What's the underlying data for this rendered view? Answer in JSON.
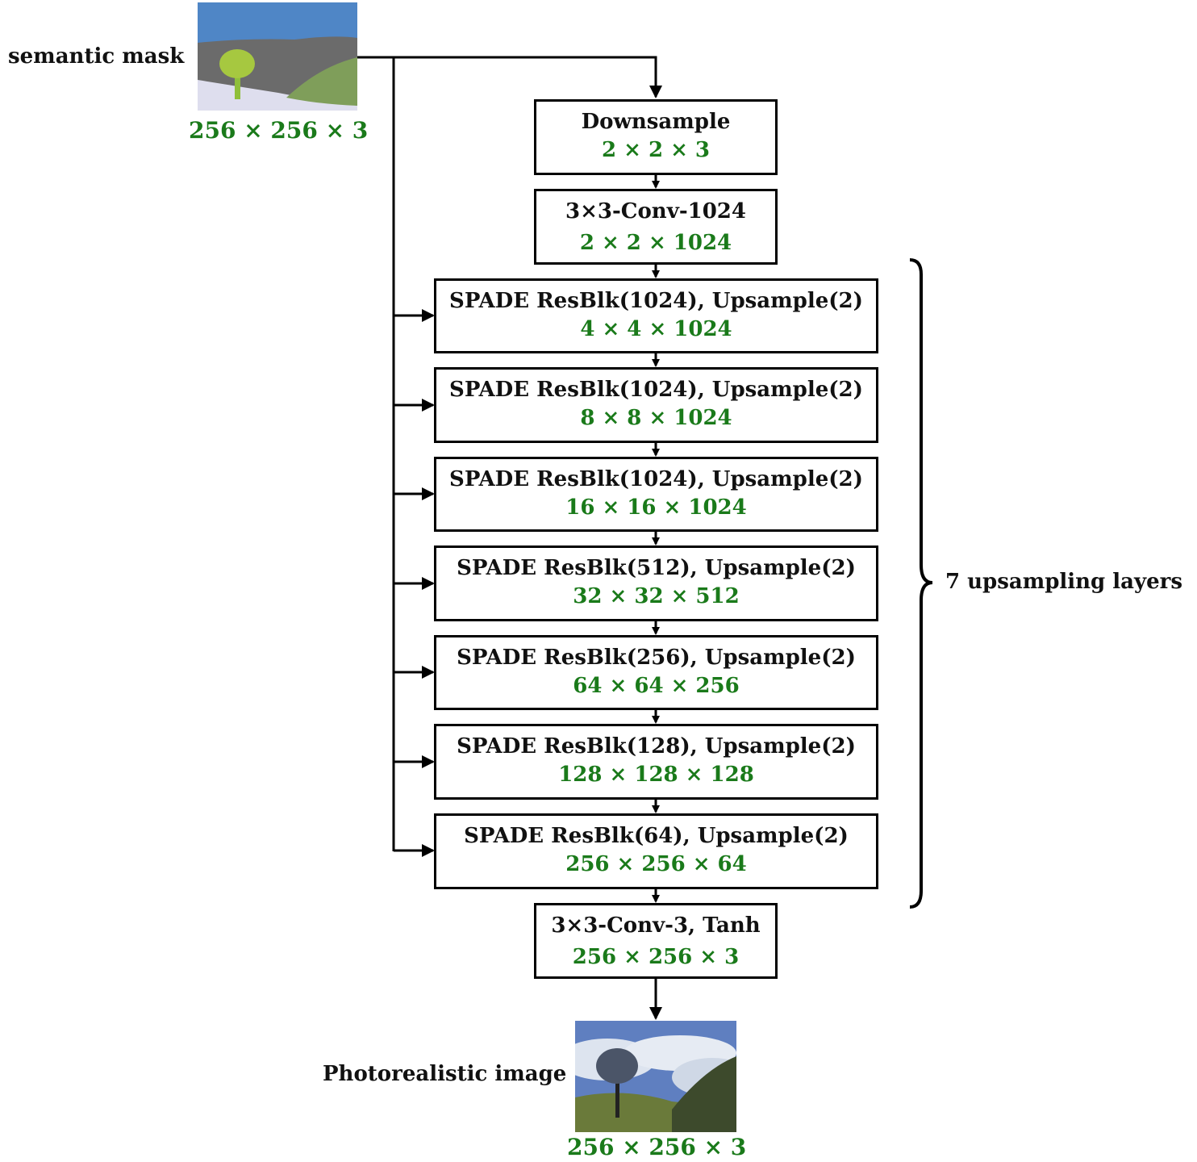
{
  "input": {
    "label": "semantic mask",
    "dims": "256 × 256 × 3"
  },
  "output": {
    "label": "Photorealistic image",
    "dims": "256 × 256 × 3"
  },
  "blocks": [
    {
      "title": "Downsample",
      "dims": "2 × 2 × 3"
    },
    {
      "title": "3×3-Conv-1024",
      "dims": "2 × 2 × 1024"
    },
    {
      "title": "SPADE ResBlk(1024), Upsample(2)",
      "dims": "4 × 4 × 1024"
    },
    {
      "title": "SPADE ResBlk(1024), Upsample(2)",
      "dims": "8 × 8 × 1024"
    },
    {
      "title": "SPADE ResBlk(1024), Upsample(2)",
      "dims": "16 × 16 × 1024"
    },
    {
      "title": "SPADE ResBlk(512), Upsample(2)",
      "dims": "32 × 32 × 512"
    },
    {
      "title": "SPADE ResBlk(256), Upsample(2)",
      "dims": "64 × 64 × 256"
    },
    {
      "title": "SPADE ResBlk(128), Upsample(2)",
      "dims": "128 × 128 × 128"
    },
    {
      "title": "SPADE ResBlk(64), Upsample(2)",
      "dims": "256 × 256 × 64"
    },
    {
      "title": "3×3-Conv-3, Tanh",
      "dims": "256 × 256 × 3"
    }
  ],
  "brace_label": "7 upsampling layers",
  "colors": {
    "dims_text": "#1a7a1a",
    "border": "#000000"
  }
}
